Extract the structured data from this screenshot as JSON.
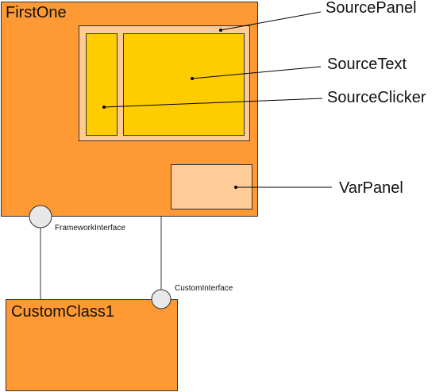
{
  "colors": {
    "outer": "#FF9933",
    "panel": "#FFCC99",
    "inner": "#FFCC00",
    "border": "#333333",
    "port": "#E8E8E8"
  },
  "components": {
    "first_one": {
      "title": "FirstOne"
    },
    "custom_class": {
      "title": "CustomClass1"
    }
  },
  "callouts": {
    "source_panel": "SourcePanel",
    "source_text": "SourceText",
    "source_clicker": "SourceClicker",
    "var_panel": "VarPanel"
  },
  "interfaces": {
    "framework": "FrameworkInterface",
    "custom": "CustomInterface"
  }
}
